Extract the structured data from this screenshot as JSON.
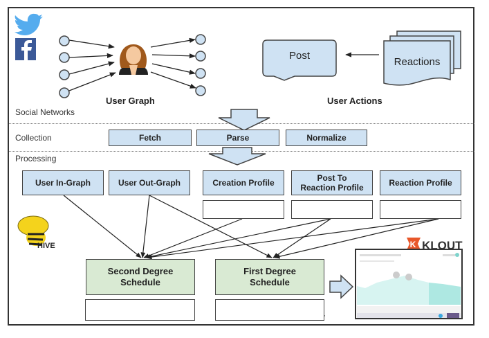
{
  "lanes": {
    "social_networks": "Social Networks",
    "collection": "Collection",
    "processing": "Processing"
  },
  "captions": {
    "user_graph": "User Graph",
    "user_actions": "User Actions"
  },
  "user_actions": {
    "post": "Post",
    "reactions": "Reactions"
  },
  "collection_steps": [
    "Fetch",
    "Parse",
    "Normalize"
  ],
  "processing_steps": [
    {
      "label": "User In-Graph"
    },
    {
      "label": "User Out-Graph"
    },
    {
      "label": "Creation Profile"
    },
    {
      "label": "Post To Reaction Profile",
      "line1": "Post To",
      "line2": "Reaction Profile"
    },
    {
      "label": "Reaction Profile"
    }
  ],
  "schedules": [
    {
      "line1": "Second Degree",
      "line2": "Schedule"
    },
    {
      "line1": "First Degree",
      "line2": "Schedule"
    }
  ],
  "logos": {
    "twitter": "twitter-logo",
    "facebook": "facebook-logo",
    "hive": "HIVE",
    "klout": "KLOUT",
    "klout_mark": "K"
  },
  "colors": {
    "box_blue": "#cfe2f3",
    "box_green": "#d9ead3",
    "twitter": "#55acee",
    "facebook": "#3b5998",
    "klout": "#e8572a",
    "hive_yellow": "#f4d31c",
    "teal": "#aee8e2"
  }
}
